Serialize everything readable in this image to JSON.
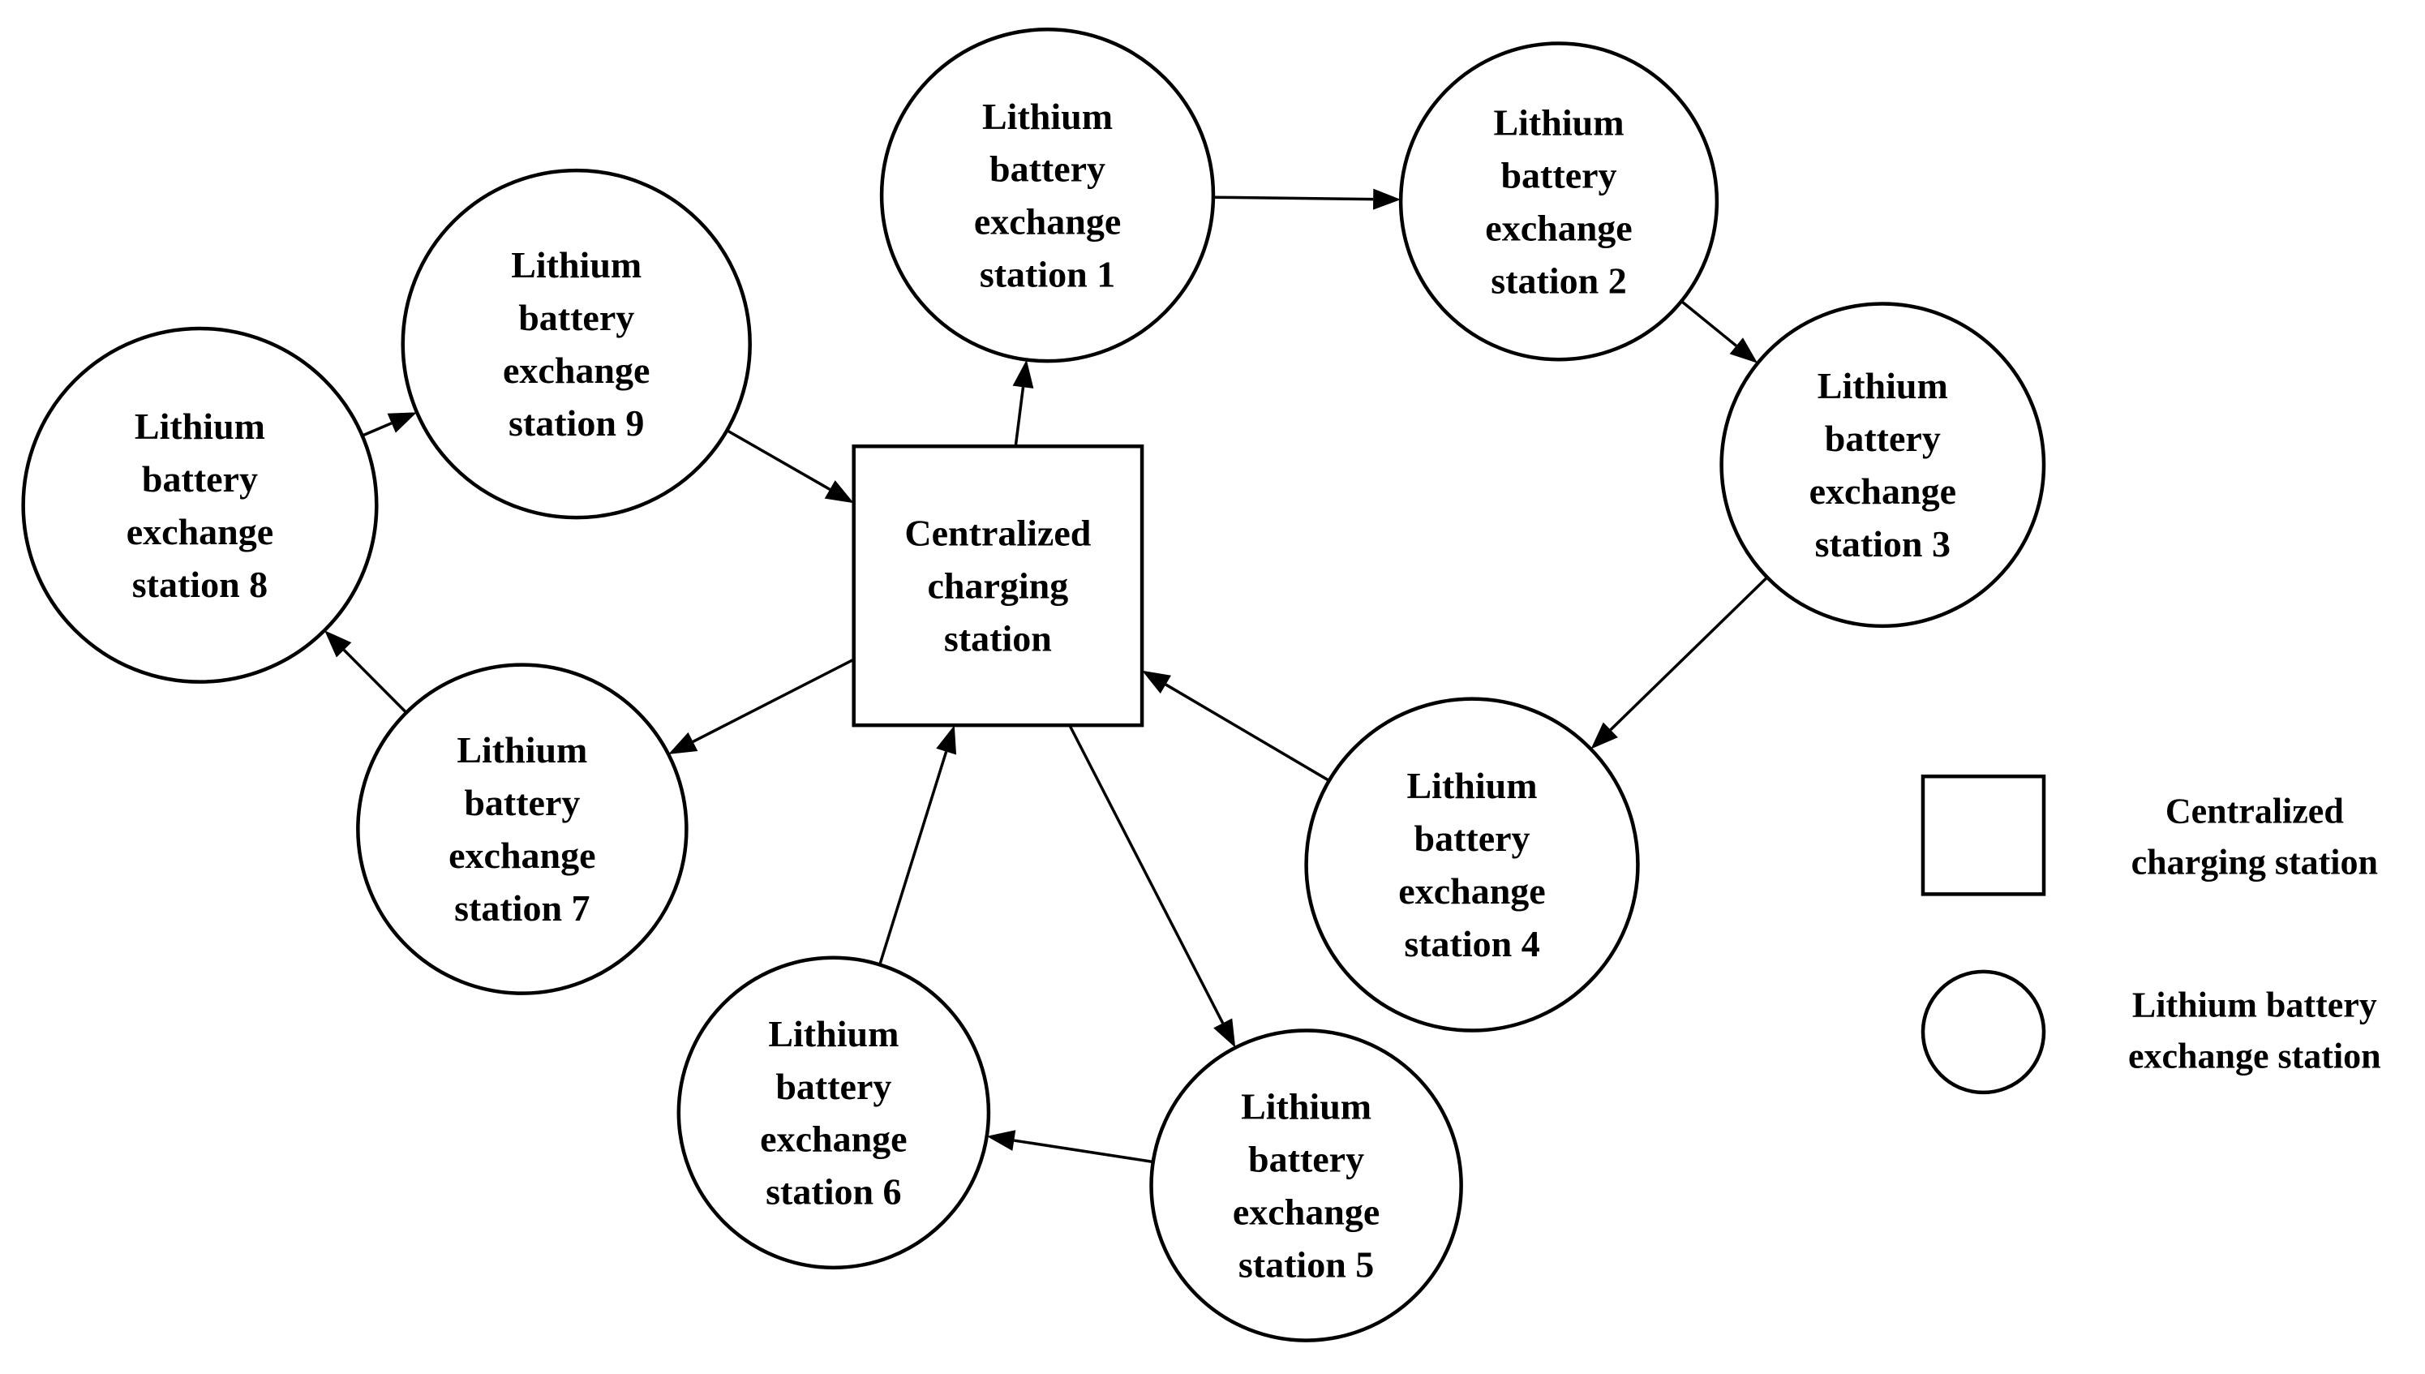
{
  "diagram": {
    "nodes": [
      {
        "id": "centralized",
        "shape": "square",
        "lines": [
          "Centralized",
          "charging",
          "station"
        ]
      },
      {
        "id": "s1",
        "shape": "circle",
        "lines": [
          "Lithium",
          "battery",
          "exchange",
          "station 1"
        ]
      },
      {
        "id": "s2",
        "shape": "circle",
        "lines": [
          "Lithium",
          "battery",
          "exchange",
          "station 2"
        ]
      },
      {
        "id": "s3",
        "shape": "circle",
        "lines": [
          "Lithium",
          "battery",
          "exchange",
          "station 3"
        ]
      },
      {
        "id": "s4",
        "shape": "circle",
        "lines": [
          "Lithium",
          "battery",
          "exchange",
          "station 4"
        ]
      },
      {
        "id": "s5",
        "shape": "circle",
        "lines": [
          "Lithium",
          "battery",
          "exchange",
          "station 5"
        ]
      },
      {
        "id": "s6",
        "shape": "circle",
        "lines": [
          "Lithium",
          "battery",
          "exchange",
          "station 6"
        ]
      },
      {
        "id": "s7",
        "shape": "circle",
        "lines": [
          "Lithium",
          "battery",
          "exchange",
          "station 7"
        ]
      },
      {
        "id": "s8",
        "shape": "circle",
        "lines": [
          "Lithium",
          "battery",
          "exchange",
          "station 8"
        ]
      },
      {
        "id": "s9",
        "shape": "circle",
        "lines": [
          "Lithium",
          "battery",
          "exchange",
          "station 9"
        ]
      }
    ],
    "edges": [
      {
        "from": "centralized",
        "to": "s1"
      },
      {
        "from": "s1",
        "to": "s2"
      },
      {
        "from": "s2",
        "to": "s3"
      },
      {
        "from": "s3",
        "to": "s4"
      },
      {
        "from": "s4",
        "to": "centralized"
      },
      {
        "from": "centralized",
        "to": "s5"
      },
      {
        "from": "s5",
        "to": "s6"
      },
      {
        "from": "s6",
        "to": "centralized"
      },
      {
        "from": "centralized",
        "to": "s7"
      },
      {
        "from": "s7",
        "to": "s8"
      },
      {
        "from": "s8",
        "to": "s9"
      },
      {
        "from": "s9",
        "to": "centralized"
      }
    ],
    "legend": [
      {
        "shape": "square",
        "lines": [
          "Centralized",
          "charging station"
        ]
      },
      {
        "shape": "circle",
        "lines": [
          "Lithium battery",
          "exchange station"
        ]
      }
    ]
  },
  "colors": {
    "stroke": "#000000",
    "fill": "#ffffff",
    "text": "#000000"
  }
}
